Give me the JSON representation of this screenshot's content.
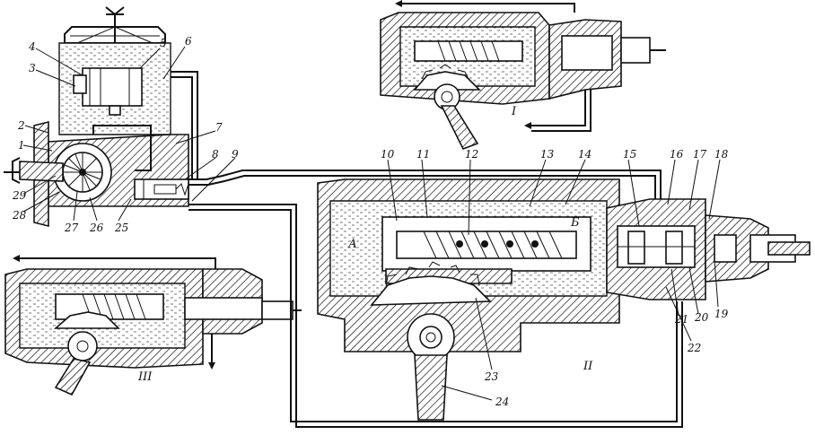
{
  "labels": {
    "n1": "1",
    "n2": "2",
    "n3": "3",
    "n4": "4",
    "n5": "5",
    "n6": "6",
    "n7": "7",
    "n8": "8",
    "n9": "9",
    "n10": "10",
    "n11": "11",
    "n12": "12",
    "n13": "13",
    "n14": "14",
    "n15": "15",
    "n16": "16",
    "n17": "17",
    "n18": "18",
    "n19": "19",
    "n20": "20",
    "n21": "21",
    "n22": "22",
    "n23": "23",
    "n24": "24",
    "n25": "25",
    "n26": "26",
    "n27": "27",
    "n28": "28",
    "n29": "29"
  },
  "views": {
    "i": "I",
    "ii": "II",
    "iii": "III"
  },
  "chambers": {
    "a": "А",
    "b": "Б"
  }
}
